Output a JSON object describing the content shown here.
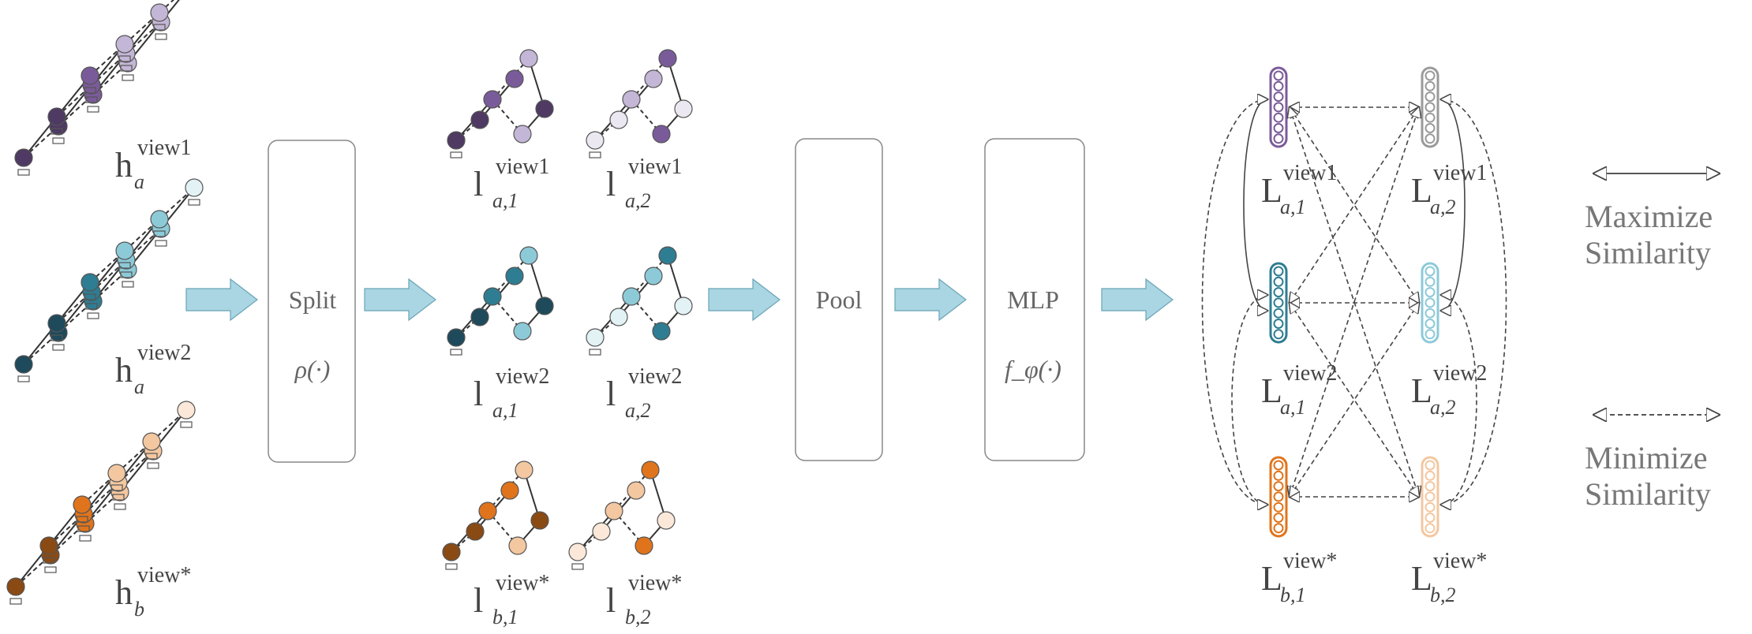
{
  "colors": {
    "purple": [
      "#4e3a63",
      "#7a5b9a",
      "#c4b6d6",
      "#ece8f2"
    ],
    "teal": [
      "#1e4a5c",
      "#2e7d92",
      "#8ccad8",
      "#e2f2f5"
    ],
    "orange": [
      "#8a4a14",
      "#e0741c",
      "#f3c7a0",
      "#fbe8d9"
    ],
    "arrow": "#a9d6e2",
    "arrow_stroke": "#6aa3b8"
  },
  "inputs": [
    {
      "base": "h",
      "sup": "view1",
      "sub": "a"
    },
    {
      "base": "h",
      "sup": "view2",
      "sub": "a"
    },
    {
      "base": "h",
      "sup": "view*",
      "sub": "b"
    }
  ],
  "split_box": {
    "line1": "Split",
    "line2": "ρ(·)"
  },
  "pool_box": {
    "line1": "Pool"
  },
  "mlp_box": {
    "line1": "MLP",
    "line2": "f_φ(·)"
  },
  "split_labels": [
    {
      "base": "l",
      "sup": "view1",
      "sub": "a,1"
    },
    {
      "base": "l",
      "sup": "view1",
      "sub": "a,2"
    },
    {
      "base": "l",
      "sup": "view2",
      "sub": "a,1"
    },
    {
      "base": "l",
      "sup": "view2",
      "sub": "a,2"
    },
    {
      "base": "l",
      "sup": "view*",
      "sub": "b,1"
    },
    {
      "base": "l",
      "sup": "view*",
      "sub": "b,2"
    }
  ],
  "embed_labels": [
    {
      "base": "L",
      "sup": "view1",
      "sub": "a,1"
    },
    {
      "base": "L",
      "sup": "view1",
      "sub": "a,2"
    },
    {
      "base": "L",
      "sup": "view2",
      "sub": "a,1"
    },
    {
      "base": "L",
      "sup": "view2",
      "sub": "a,2"
    },
    {
      "base": "L",
      "sup": "view*",
      "sub": "b,1"
    },
    {
      "base": "L",
      "sup": "view*",
      "sub": "b,2"
    }
  ],
  "legend": {
    "maximize_line1": "Maximize",
    "maximize_line2": "Similarity",
    "minimize_line1": "Minimize",
    "minimize_line2": "Similarity"
  }
}
